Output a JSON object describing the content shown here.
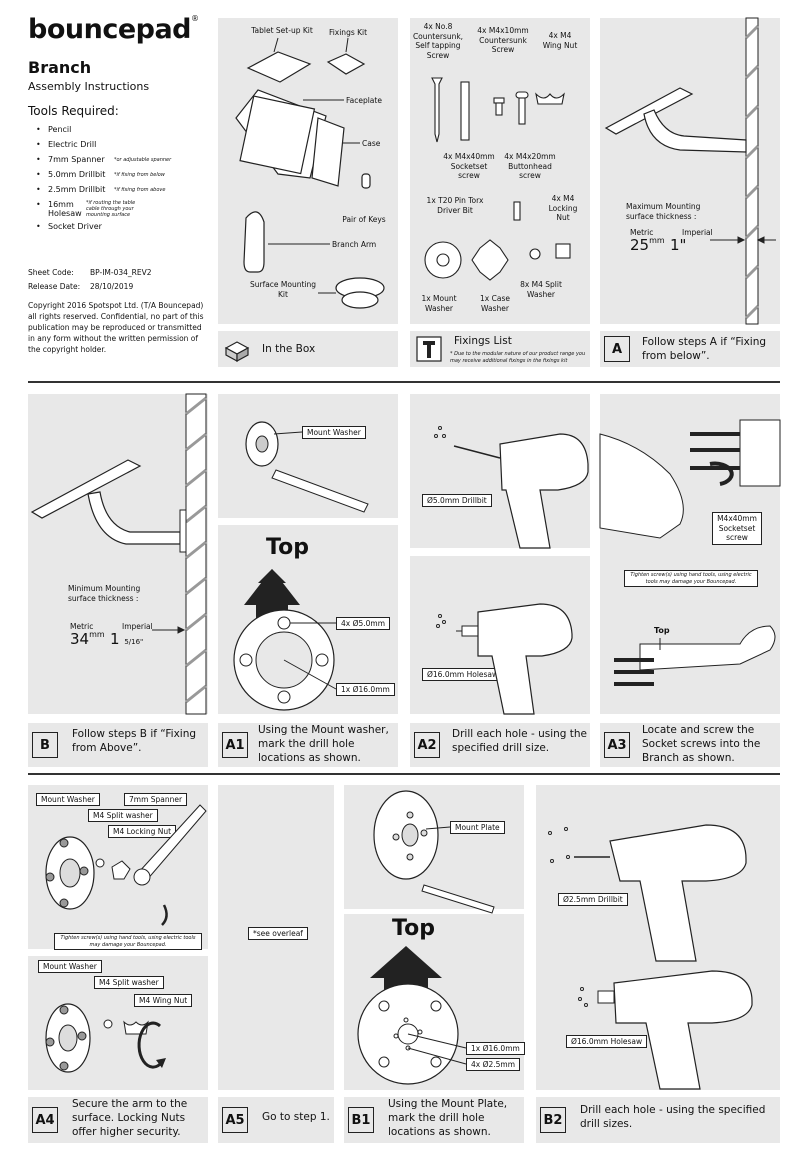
{
  "brand": {
    "logo": "bouncepad",
    "registered": "®"
  },
  "product": {
    "name": "Branch",
    "subtitle": "Assembly Instructions"
  },
  "tools": {
    "heading": "Tools Required:",
    "items": [
      {
        "label": "Pencil",
        "note": ""
      },
      {
        "label": "Electric Drill",
        "note": ""
      },
      {
        "label": "7mm Spanner",
        "note": "*or adjustable spanner"
      },
      {
        "label": "5.0mm Drillbit",
        "note": "*if fixing from below"
      },
      {
        "label": "2.5mm Drillbit",
        "note": "*if fixing from above"
      },
      {
        "label": "16mm Holesaw",
        "note": "*if routing the table cable through your mounting surface"
      },
      {
        "label": "Socket Driver",
        "note": ""
      }
    ]
  },
  "meta": {
    "sheet_code_label": "Sheet Code:",
    "sheet_code": "BP-IM-034_REV2",
    "release_label": "Release Date:",
    "release_date": "28/10/2019",
    "copyright": "Copyright 2016 Spotspot Ltd. (T/A Bouncepad) all rights reserved. Confidential, no part of this publication may be reproduced or transmitted in any form without the written permission of the copyright holder."
  },
  "in_the_box": {
    "tablet_kit": "Tablet Set-up Kit",
    "fixings_kit": "Fixings Kit",
    "faceplate": "Faceplate",
    "case": "Case",
    "keys": "Pair of Keys",
    "branch_arm": "Branch Arm",
    "surface_kit": "Surface Mounting Kit",
    "caption": "In the Box"
  },
  "fixings": {
    "screw_a": "4x No.8 Countersunk, Self tapping Screw",
    "screw_b": "4x M4x10mm Countersunk Screw",
    "wing_nut": "4x M4 Wing Nut",
    "socketset": "4x M4x40mm Socketset screw",
    "buttonhead": "4x M4x20mm Buttonhead screw",
    "torx": "1x T20 Pin Torx Driver Bit",
    "locking_nut": "4x M4 Locking Nut",
    "mount_washer": "1x Mount Washer",
    "case_washer": "1x Case Washer",
    "split_washer": "8x M4 Split Washer",
    "caption": "Fixings List",
    "note": "* Due to the modular nature of our product range you may receive additional fixings in the fixings kit"
  },
  "step_a": {
    "thickness_label": "Maximum Mounting surface thickness :",
    "metric_label": "Metric",
    "metric_value": "25",
    "metric_unit": "mm",
    "imperial_label": "Imperial",
    "imperial_value": "1\"",
    "code": "A",
    "caption": "Follow steps A if “Fixing from below”."
  },
  "step_b": {
    "thickness_label": "Minimum Mounting surface thickness :",
    "metric_label": "Metric",
    "metric_value": "34",
    "metric_unit": "mm",
    "imperial_label": "Imperial",
    "imperial_value": "1",
    "imperial_frac": "5/16\"",
    "code": "B",
    "caption": "Follow steps B if “Fixing from Above”."
  },
  "step_a1": {
    "mount_washer": "Mount Washer",
    "top": "Top",
    "hole_small": "4x Ø5.0mm",
    "hole_large": "1x Ø16.0mm",
    "code": "A1",
    "caption": "Using the Mount washer, mark the drill hole locations as shown."
  },
  "step_a2": {
    "drillbit": "Ø5.0mm Drillbit",
    "holesaw": "Ø16.0mm Holesaw",
    "code": "A2",
    "caption": "Drill each hole - using the specified drill size."
  },
  "step_a3": {
    "screw": "M4x40mm Socketset screw",
    "note": "Tighten screw(s) using hand tools, using electric tools may damage your Bouncepad.",
    "top": "Top",
    "code": "A3",
    "caption": "Locate and screw the Socket screws into the Branch as shown."
  },
  "step_a4": {
    "mount_washer": "Mount Washer",
    "spanner": "7mm Spanner",
    "split_washer": "M4 Split washer",
    "locking_nut": "M4 Locking Nut",
    "note": "Tighten screw(s) using hand tools, using electric tools may damage your Bouncepad.",
    "mount_washer_2": "Mount Washer",
    "split_washer_2": "M4 Split washer",
    "wing_nut": "M4 Wing Nut",
    "code": "A4",
    "caption": "Secure the arm to the surface. Locking Nuts offer higher security."
  },
  "step_a5": {
    "overleaf": "*see overleaf",
    "code": "A5",
    "caption": "Go to step 1."
  },
  "step_b1": {
    "mount_plate": "Mount Plate",
    "top": "Top",
    "hole_large": "1x Ø16.0mm",
    "hole_small": "4x Ø2.5mm",
    "code": "B1",
    "caption": "Using the Mount Plate, mark the drill hole locations as shown."
  },
  "step_b2": {
    "drillbit": "Ø2.5mm Drillbit",
    "holesaw": "Ø16.0mm Holesaw",
    "code": "B2",
    "caption": "Drill each hole - using the specified drill sizes."
  }
}
